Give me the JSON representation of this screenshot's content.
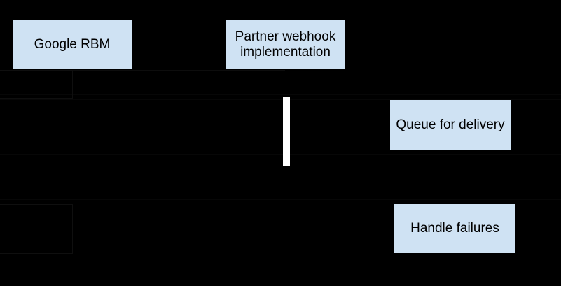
{
  "canvas": {
    "background": "#000000"
  },
  "diagram": {
    "type": "sequence-diagram",
    "colors": {
      "node_fill": "#cfe2f3",
      "node_text": "#000000",
      "activation_bar": "#ffffff",
      "background": "#000000"
    },
    "participants": [
      {
        "id": "google-rbm",
        "label": "Google RBM"
      },
      {
        "id": "partner-webhook-implementation",
        "label": "Partner webhook implementation"
      }
    ],
    "steps": [
      {
        "id": "queue-for-delivery",
        "label": "Queue for delivery"
      },
      {
        "id": "handle-failures",
        "label": "Handle failures"
      }
    ]
  }
}
